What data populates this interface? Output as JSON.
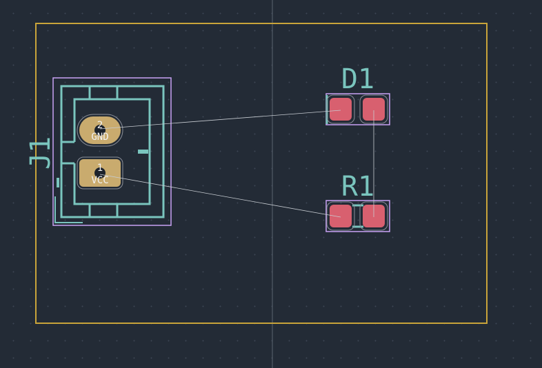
{
  "colors": {
    "background": "#232b36",
    "board_outline": "#c9a43a",
    "silkscreen": "#7ac5be",
    "courtyard": "#c9a3f5",
    "smd_pad": "#d8606f",
    "th_pad": "#c9ab6e",
    "ratsnest": "#c8cdd3",
    "crosshair": "#5b6470"
  },
  "footprints": {
    "j1": {
      "reference": "J1",
      "pads": [
        {
          "number": "2",
          "net": "GND"
        },
        {
          "number": "1",
          "net": "VCC"
        }
      ]
    },
    "d1": {
      "reference": "D1"
    },
    "r1": {
      "reference": "R1"
    }
  }
}
